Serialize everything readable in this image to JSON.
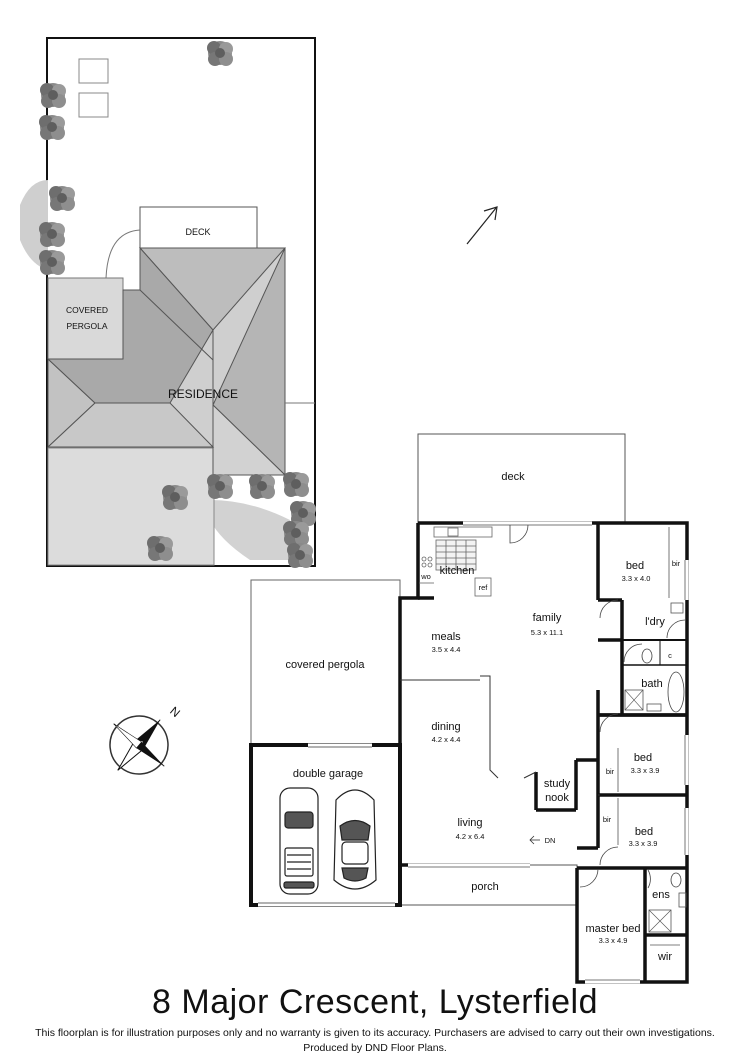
{
  "site_plan": {
    "labels": {
      "deck": "DECK",
      "covered_pergola_line1": "COVERED",
      "covered_pergola_line2": "PERGOLA",
      "residence": "RESIDENCE"
    }
  },
  "floor_plan": {
    "rooms": {
      "deck": {
        "name": "deck"
      },
      "kitchen": {
        "name": "kitchen"
      },
      "wo": {
        "name": "wo"
      },
      "ref": {
        "name": "ref"
      },
      "family": {
        "name": "family",
        "size": "5.3 x 11.1"
      },
      "meals": {
        "name": "meals",
        "size": "3.5 x 4.4"
      },
      "covered_pergola": {
        "name": "covered pergola"
      },
      "dining": {
        "name": "dining",
        "size": "4.2 x 4.4"
      },
      "double_garage": {
        "name": "double garage"
      },
      "study_nook_line1": {
        "name": "study"
      },
      "study_nook_line2": {
        "name": "nook"
      },
      "living": {
        "name": "living",
        "size": "4.2 x 6.4"
      },
      "dn": {
        "name": "DN"
      },
      "porch": {
        "name": "porch"
      },
      "bed1": {
        "name": "bed",
        "size": "3.3 x 4.0"
      },
      "bir1": {
        "name": "bir"
      },
      "ldry": {
        "name": "l'dry"
      },
      "c": {
        "name": "c"
      },
      "bath": {
        "name": "bath"
      },
      "bed2": {
        "name": "bed",
        "size": "3.3 x 3.9"
      },
      "bir2": {
        "name": "bir"
      },
      "bed3": {
        "name": "bed",
        "size": "3.3 x 3.9"
      },
      "bir3": {
        "name": "bir"
      },
      "ens": {
        "name": "ens"
      },
      "master_bed": {
        "name": "master bed",
        "size": "3.3 x 4.9"
      },
      "wir": {
        "name": "wir"
      }
    }
  },
  "compass": {
    "label": "N"
  },
  "icons": [
    "north-arrow-icon",
    "compass-rose-icon",
    "car-icon",
    "tree-icon"
  ],
  "colors": {
    "roof_light": "#cfcfcf",
    "roof_mid": "#b5b5b5",
    "roof_dark": "#9c9c9c",
    "wall": "#111111",
    "tree": "#7f7f7f"
  },
  "title": "8 Major Crescent, Lysterfield",
  "disclaimer_line1": "This floorplan is for illustration purposes only and no warranty is given to its accuracy. Purchasers are advised to carry out their own investigations.",
  "disclaimer_line2": "Produced by DND Floor Plans."
}
